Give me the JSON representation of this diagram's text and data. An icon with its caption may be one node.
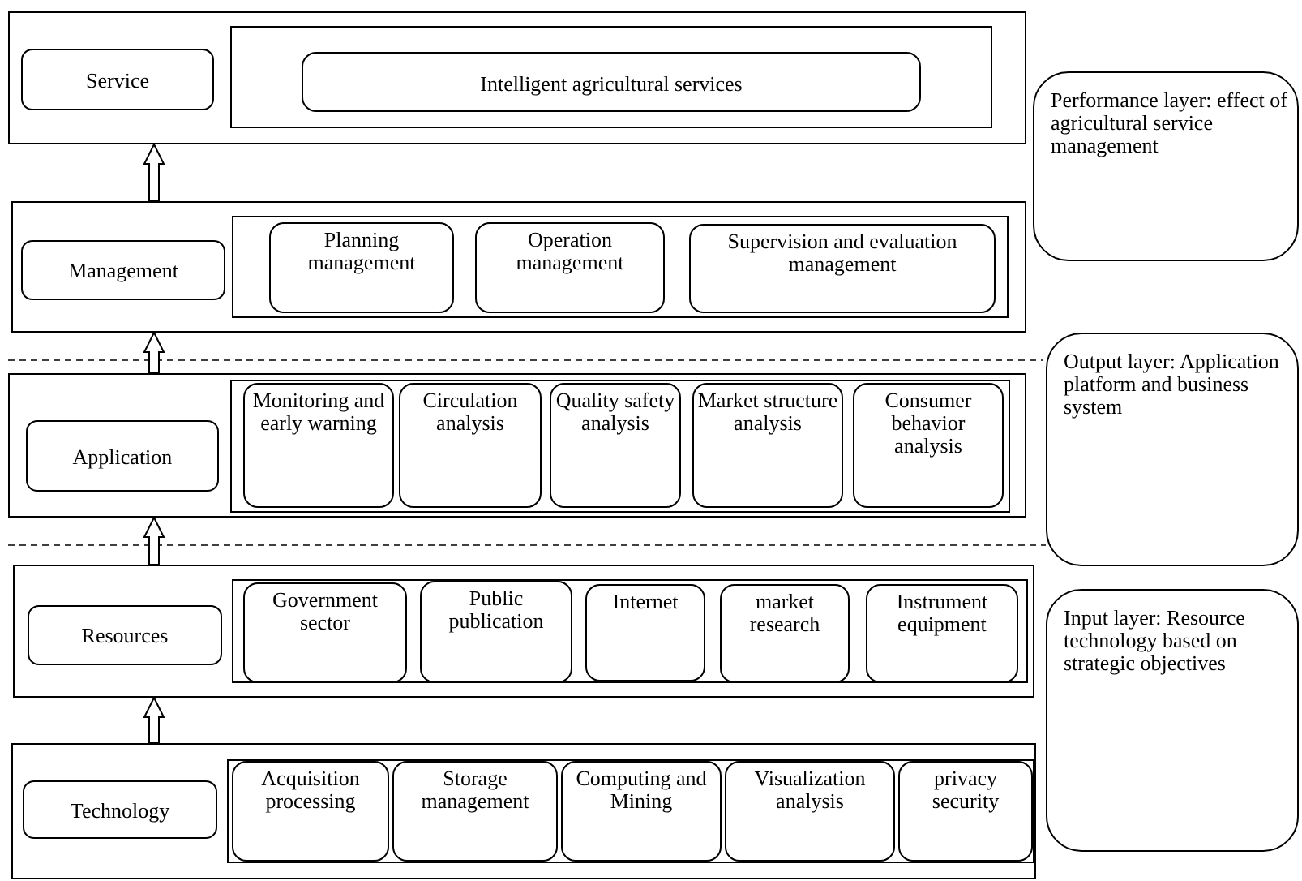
{
  "diagram": {
    "nodes": [
      {
        "text": [],
        "shape": "box"
      },
      {
        "text": [
          "Service"
        ],
        "in": 0
      },
      {
        "text": [],
        "shape": "box",
        "in": 0
      },
      {
        "text": [
          "Intelligent agricultural services"
        ],
        "in": 2
      },
      {
        "text": [],
        "shape": "box"
      },
      {
        "text": [
          "Management"
        ],
        "in": 4
      },
      {
        "text": [],
        "shape": "box",
        "in": 4
      },
      {
        "text": [
          "Planning management"
        ],
        "in": 6
      },
      {
        "text": [
          "Operation management"
        ],
        "in": 6
      },
      {
        "text": [
          "Supervision and evaluation management"
        ],
        "in": 6
      },
      {
        "text": [],
        "shape": "box"
      },
      {
        "text": [
          "Application"
        ],
        "in": 10
      },
      {
        "text": [],
        "shape": "box",
        "in": 10
      },
      {
        "text": [
          "Monitoring and early warning"
        ],
        "in": 12
      },
      {
        "text": [
          "Circulation analysis"
        ],
        "in": 12
      },
      {
        "text": [
          "Quality safety analysis"
        ],
        "in": 12
      },
      {
        "text": [
          "Market structure analysis"
        ],
        "in": 12
      },
      {
        "text": [
          "Consumer behavior analysis"
        ],
        "in": 12
      },
      {
        "text": [],
        "shape": "box"
      },
      {
        "text": [
          "Resources"
        ],
        "in": 18
      },
      {
        "text": [],
        "shape": "box",
        "in": 18
      },
      {
        "text": [
          "Government sector"
        ],
        "in": 20
      },
      {
        "text": [
          "Public publication"
        ],
        "in": 20
      },
      {
        "text": [
          "Internet"
        ],
        "in": 20
      },
      {
        "text": [
          "market research"
        ],
        "in": 20
      },
      {
        "text": [
          "Instrument equipment"
        ],
        "in": 20
      },
      {
        "text": [],
        "shape": "box"
      },
      {
        "text": [
          "Technology"
        ],
        "in": 26
      },
      {
        "text": [],
        "shape": "box",
        "in": 26
      },
      {
        "text": [
          "Acquisition processing"
        ],
        "in": 28
      },
      {
        "text": [
          "Storage management"
        ],
        "in": 28
      },
      {
        "text": [
          "Computing and Mining"
        ],
        "in": 28
      },
      {
        "text": [
          "Visualization analysis"
        ],
        "in": 28
      },
      {
        "text": [
          "privacy security"
        ],
        "in": 28
      },
      {
        "text": [
          "Performance layer: effect of agricultural service management"
        ]
      },
      {
        "text": [
          "Output layer: Application platform and business system"
        ]
      },
      {
        "text": [
          "Input layer: Resource technology based on strategic objectives"
        ]
      }
    ],
    "edges": [
      {
        "from": 4,
        "to": 0,
        "arrow": "to"
      },
      {
        "from": 10,
        "to": 4,
        "arrow": "to"
      },
      {
        "from": 18,
        "to": 10,
        "arrow": "to"
      },
      {
        "from": 26,
        "to": 18,
        "arrow": "to"
      }
    ]
  }
}
